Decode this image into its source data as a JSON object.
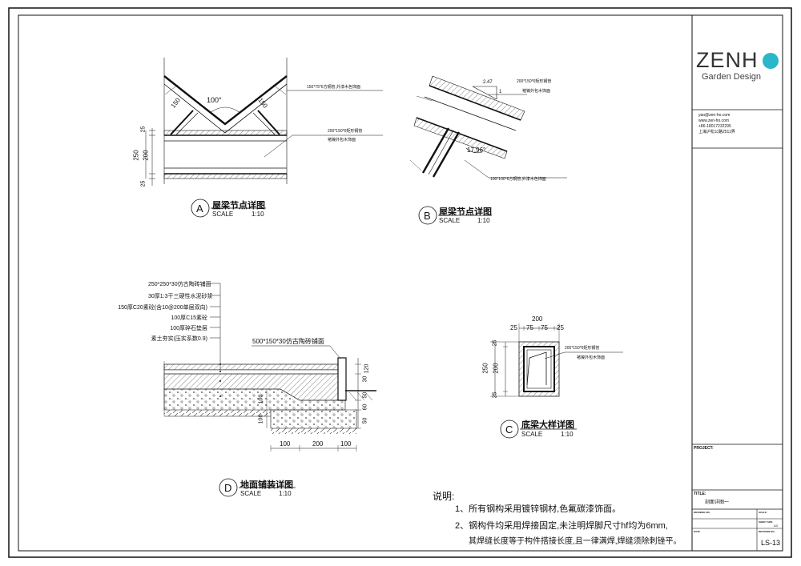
{
  "company": {
    "logo_text": "ZENH",
    "logo_circle_color": "#2bb7c9",
    "tagline": "Garden Design",
    "contact": [
      "yao@zen-ho.com",
      "www.zen-ho.com",
      "+86-18017232295",
      "上海沪松公路2511弄"
    ]
  },
  "title_block": {
    "project_label": "PROJECT:",
    "title_label": "TITLE:",
    "title_value": "剖面详图一",
    "drawn_label": "DRAWING NO.",
    "scale_label": "SCALE",
    "sheet_label": "SHEET SIZE",
    "sheet_value": "A3",
    "date_label": "DATE",
    "revision_label": "REVISION NO.",
    "drawing_no": "LS-13"
  },
  "details": {
    "a": {
      "letter": "A",
      "title": "屋梁节点详图",
      "scale_label": "SCALE",
      "scale": "1:10",
      "callouts": [
        "150*75*6方钢管,外漆木色饰面",
        "200*150*6矩形钢管",
        "褚镍外包木饰面"
      ],
      "dims": [
        "100°",
        "150",
        "150",
        "25",
        "250",
        "200",
        "25"
      ]
    },
    "b": {
      "letter": "B",
      "title": "屋梁节点详图",
      "scale_label": "SCALE",
      "scale": "1:10",
      "callouts": [
        "200*150*6矩形钢管",
        "褚镍外包木饰面",
        "100*100*6方钢管,外漆木色饰面"
      ],
      "dims": [
        "2.47",
        "1",
        "17.96°"
      ]
    },
    "c": {
      "letter": "C",
      "title": "底梁大样详图",
      "scale_label": "SCALE",
      "scale": "1:10",
      "callouts": [
        "200*150*6矩形钢管",
        "褚镍外包木饰面"
      ],
      "dims": [
        "200",
        "25",
        "75",
        "75",
        "25",
        "250",
        "25",
        "200",
        "25"
      ]
    },
    "d": {
      "letter": "D",
      "title": "地面铺装详图",
      "scale_label": "SCALE",
      "scale": "1:10",
      "layers": [
        "250*250*30仿古陶砖铺面",
        "30厚1:3干三硬性水泥砂浆",
        "150厚C20素砼(含10@200单层双向)",
        "100厚C15素砼",
        "100厚碎石垫层",
        "素土夯实(压实系数0.9)"
      ],
      "edge_callout": "500*150*30仿古陶砖铺面",
      "dims_right": [
        "120",
        "30",
        "50",
        "60",
        "50"
      ],
      "dims_bottom": [
        "100",
        "200",
        "100"
      ],
      "dims_left": [
        "100",
        "100"
      ]
    }
  },
  "notes": {
    "heading": "说明:",
    "items": [
      "1、所有钢构采用镀锌钢材,色氟碳漆饰面。",
      "2、钢构件均采用焊接固定,未注明焊脚尺寸hf均为6mm,",
      "其焊缝长度等于构件搭接长度,且一律满焊,焊缝须除刺锉平。"
    ]
  }
}
